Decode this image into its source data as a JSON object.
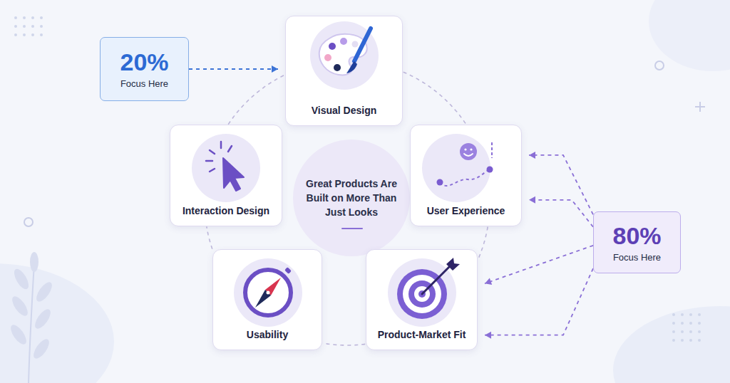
{
  "diagram": {
    "nodes": [
      {
        "text": [
          "20%",
          "Focus Here"
        ]
      },
      {
        "text": [
          "Visual Design"
        ]
      },
      {
        "text": [
          "Interaction Design"
        ]
      },
      {
        "text": [
          "Great Products Are Built on More Than Just Looks"
        ]
      },
      {
        "text": [
          "User Experience"
        ]
      },
      {
        "text": [
          "80%",
          "Focus Here"
        ]
      },
      {
        "text": [
          "Usability"
        ]
      },
      {
        "text": [
          "Product-Market Fit"
        ]
      }
    ],
    "edges": [
      {
        "from": 0,
        "to": 1,
        "arrow": "to"
      },
      {
        "from": 1,
        "to": 4,
        "arrow": "none"
      },
      {
        "from": 4,
        "to": 7,
        "arrow": "none"
      },
      {
        "from": 7,
        "to": 6,
        "arrow": "none"
      },
      {
        "from": 6,
        "to": 2,
        "arrow": "none"
      },
      {
        "from": 2,
        "to": 1,
        "arrow": "none"
      },
      {
        "from": 5,
        "to": 4,
        "arrow": "to"
      },
      {
        "from": 5,
        "to": 4,
        "arrow": "to"
      },
      {
        "from": 5,
        "to": 7,
        "arrow": "to"
      },
      {
        "from": 5,
        "to": 7,
        "arrow": "to"
      }
    ]
  }
}
